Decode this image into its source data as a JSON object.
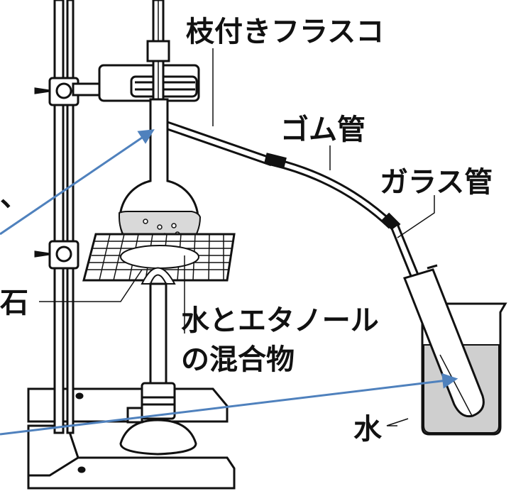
{
  "labels": {
    "flask": "枝付きフラスコ",
    "rubber_tube": "ゴム管",
    "glass_tube": "ガラス管",
    "stone": "石",
    "mixture_line1": "水とエタノール",
    "mixture_line2": "の混合物",
    "water": "水",
    "cutoff_mark": "、"
  },
  "colors": {
    "line": "#111111",
    "arrow": "#4f81bd",
    "water_fill": "#cfcfcf",
    "background": "#ffffff"
  }
}
